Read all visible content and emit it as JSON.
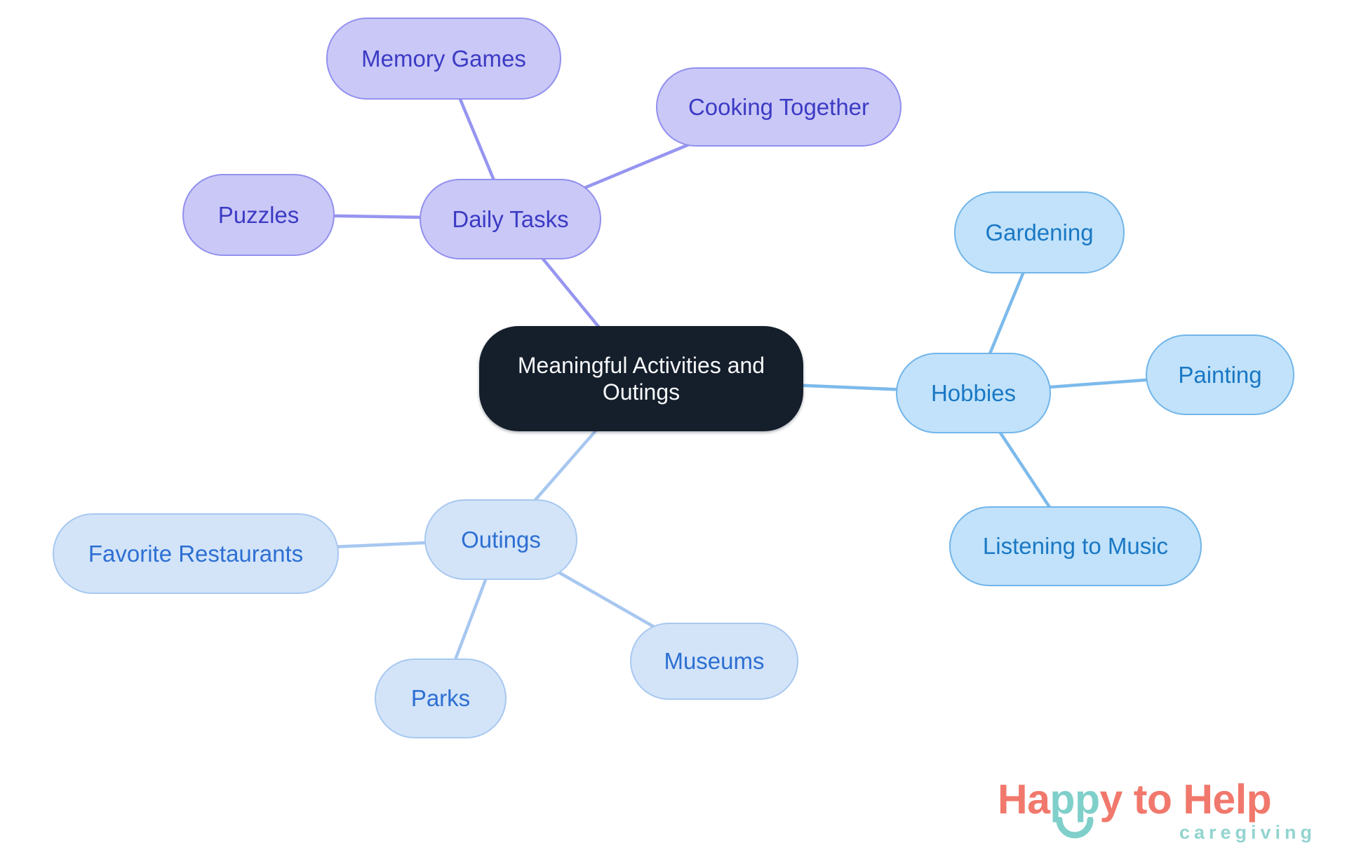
{
  "page": {
    "background": "#ffffff"
  },
  "colors": {
    "root_fill": "#151e2b",
    "root_text": "#f6f8fa",
    "daily_fill": "#cac8f7",
    "daily_border": "#9290ee",
    "daily_text": "#3c3bc4",
    "daily_edge": "#9695f0",
    "hobbies_fill": "#c1e2fa",
    "hobbies_border": "#72b5e9",
    "hobbies_text": "#1a78c4",
    "hobbies_edge": "#7dbaeb",
    "outings_fill": "#d3e4f9",
    "outings_border": "#a8c8f0",
    "outings_text": "#2d6fd2",
    "outings_edge": "#a7c7f0",
    "logo_coral": "#f1786c",
    "logo_teal": "#7fcfca",
    "logo_tagline": "#93d4cf"
  },
  "mindmap": {
    "root": {
      "label": "Meaningful Activities and Outings"
    },
    "daily_tasks": {
      "label": "Daily Tasks",
      "children": {
        "memory_games": "Memory Games",
        "cooking_together": "Cooking Together",
        "puzzles": "Puzzles"
      }
    },
    "hobbies": {
      "label": "Hobbies",
      "children": {
        "gardening": "Gardening",
        "painting": "Painting",
        "listening_to_music": "Listening to Music"
      }
    },
    "outings": {
      "label": "Outings",
      "children": {
        "favorite_restaurants": "Favorite Restaurants",
        "museums": "Museums",
        "parks": "Parks"
      }
    }
  },
  "logo": {
    "happy_prefix": "Ha",
    "happy_pp": "pp",
    "happy_suffix": "y",
    "to_help": " to Help",
    "tagline": "caregiving"
  }
}
